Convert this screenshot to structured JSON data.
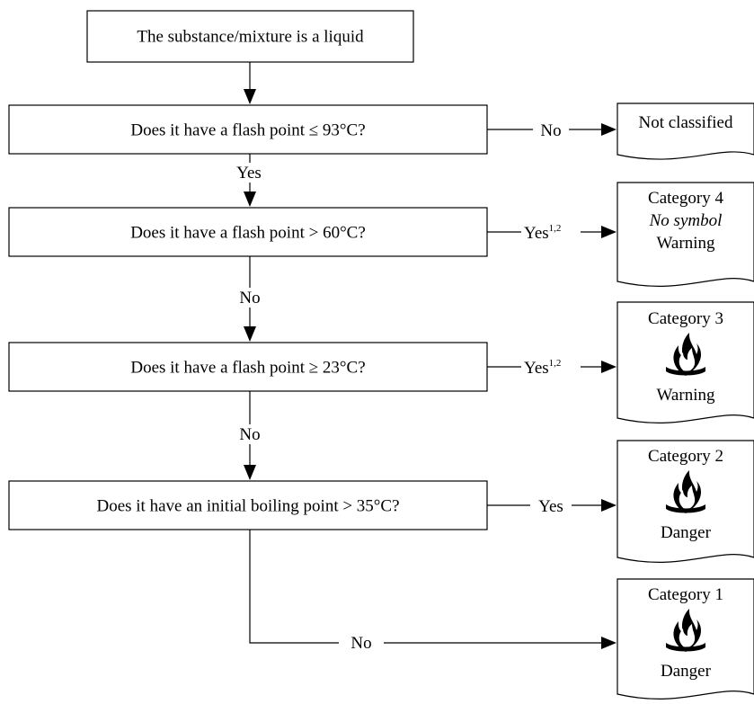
{
  "start": {
    "text": "The substance/mixture is a liquid"
  },
  "questions": [
    {
      "text": "Does it have a flash point ≤ 93°C?"
    },
    {
      "text": "Does it have a flash point > 60°C?"
    },
    {
      "text": "Does it have a flash point ≥ 23°C?"
    },
    {
      "text": "Does it have an initial boiling point > 35°C?"
    }
  ],
  "edges": {
    "q1_right": "No",
    "q1_down": "Yes",
    "q2_right": "Yes",
    "q2_right_sup": "1,2",
    "q2_down": "No",
    "q3_right": "Yes",
    "q3_right_sup": "1,2",
    "q3_down": "No",
    "q4_right": "Yes",
    "q4_down": "No"
  },
  "outcomes": [
    {
      "title": "Not classified"
    },
    {
      "title": "Category 4",
      "symbol": "No symbol",
      "signal": "Warning"
    },
    {
      "title": "Category 3",
      "icon": "flame-icon",
      "signal": "Warning"
    },
    {
      "title": "Category 2",
      "icon": "flame-icon",
      "signal": "Danger"
    },
    {
      "title": "Category 1",
      "icon": "flame-icon",
      "signal": "Danger"
    }
  ]
}
